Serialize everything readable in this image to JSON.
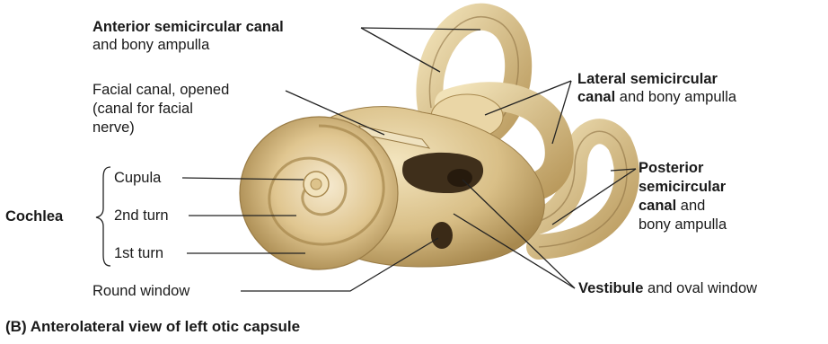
{
  "caption": "(B) Anterolateral view of left otic capsule",
  "labels": {
    "anterior": {
      "bold": "Anterior semicircular canal",
      "rest": "and bony ampulla"
    },
    "facial": {
      "line1": "Facial canal, opened",
      "line2": "(canal for facial",
      "line3": "nerve)"
    },
    "lateral": {
      "bold1": "Lateral semicircular",
      "bold2": "canal",
      "rest": " and bony ampulla"
    },
    "posterior": {
      "bold1": "Posterior",
      "bold2": "semicircular",
      "bold3": "canal",
      "rest3": " and",
      "line4": "bony ampulla"
    },
    "cochlea": "Cochlea",
    "cupula": "Cupula",
    "turn2": "2nd turn",
    "turn1": "1st turn",
    "round_window": "Round window",
    "vestibule": {
      "bold": "Vestibule",
      "rest": " and oval window"
    }
  },
  "colors": {
    "bone": "#d9bf87",
    "bone_dark": "#a8894f",
    "bone_light": "#f1e2b8",
    "shadow": "#4a3a22",
    "leader": "#222222"
  }
}
